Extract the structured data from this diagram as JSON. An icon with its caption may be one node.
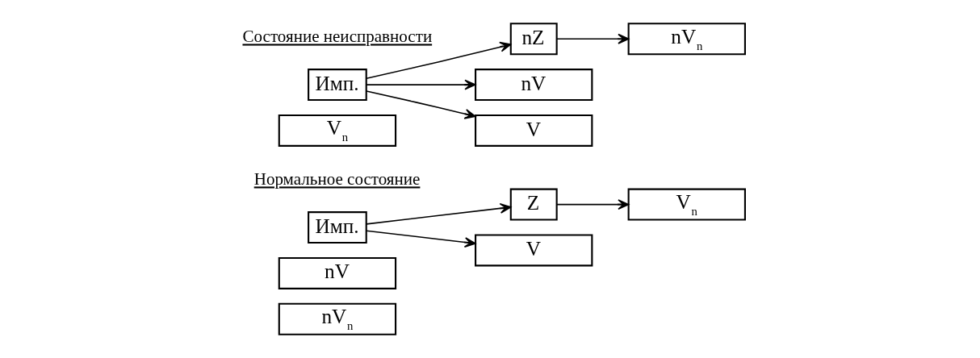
{
  "diagram": {
    "nodes": [
      {
        "text": [
          "Имп."
        ]
      },
      {
        "text": [
          "V"
        ]
      },
      {
        "text": [
          "nV"
        ]
      },
      {
        "text": [
          "Z"
        ]
      },
      {
        "text": [
          "V$_{n}$"
        ]
      },
      {
        "text": [
          "nV$_{n}$"
        ]
      },
      {
        "text": [
          "Имп."
        ]
      },
      {
        "text": [
          "V"
        ]
      },
      {
        "text": [
          "nV"
        ]
      },
      {
        "text": [
          "nZ"
        ]
      },
      {
        "text": [
          "V$_{n}$"
        ]
      },
      {
        "text": [
          "nV$_{n}$"
        ]
      }
    ],
    "edges": [
      {
        "from": 0,
        "to": 1,
        "arrow": "to"
      },
      {
        "from": 0,
        "to": 3,
        "arrow": "to"
      },
      {
        "from": 3,
        "to": 4,
        "arrow": "to"
      },
      {
        "from": 6,
        "to": 7,
        "arrow": "to"
      },
      {
        "from": 6,
        "to": 8,
        "arrow": "to"
      },
      {
        "from": 6,
        "to": 9,
        "arrow": "to"
      },
      {
        "from": 9,
        "to": 11,
        "arrow": "to"
      }
    ],
    "labels": [
      "Нормальное состояние",
      "Состояние неисправности"
    ]
  }
}
